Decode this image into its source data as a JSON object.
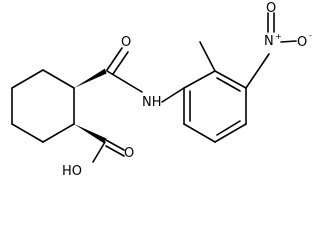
{
  "atoms": {
    "carbonyl_o": "O",
    "amide_nh": "NH",
    "acid_o": "O",
    "acid_oh": "HO",
    "nitro_n": "N",
    "nitro_n_charge": "+",
    "nitro_o_single": "O",
    "nitro_o_charge": "-",
    "nitro_o_double": "O"
  },
  "colors": {
    "bond": "#000000",
    "text": "#000000",
    "background": "#ffffff"
  }
}
